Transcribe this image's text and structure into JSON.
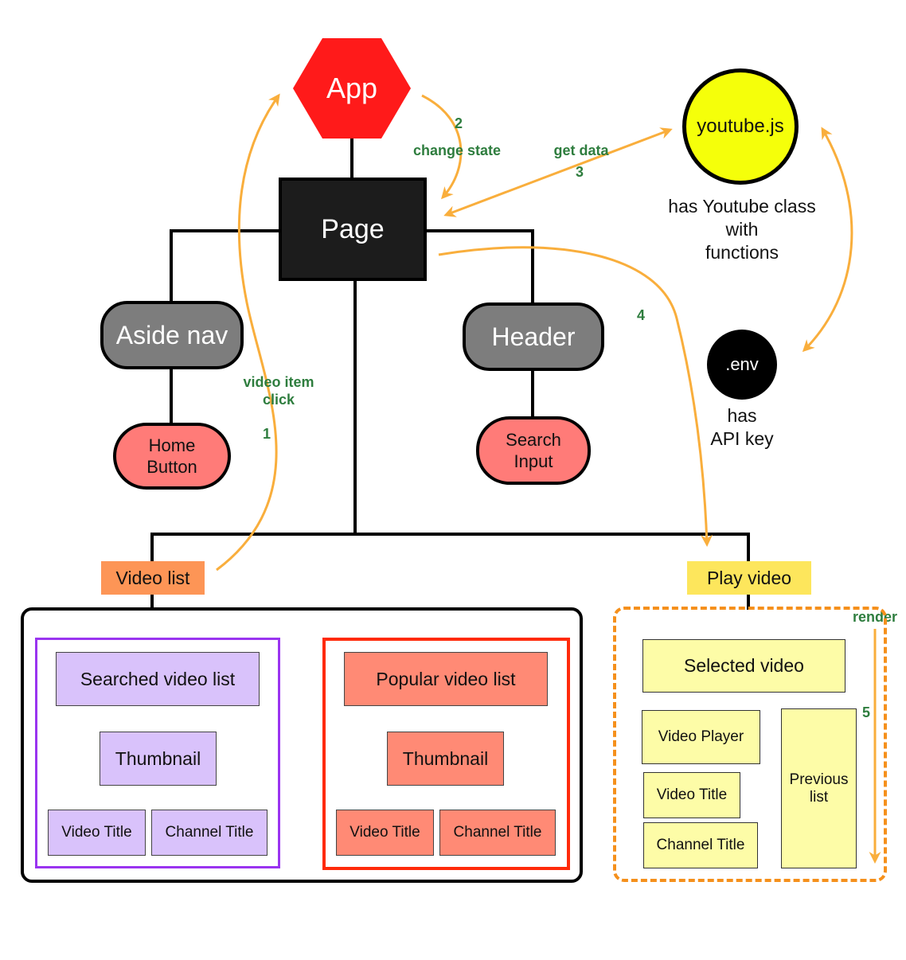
{
  "diagram": {
    "app": {
      "label": "App",
      "color": "#ff1a1a"
    },
    "page": {
      "label": "Page"
    },
    "aside_nav": {
      "label": "Aside nav",
      "child": "Home Button"
    },
    "header": {
      "label": "Header",
      "child": "Search Input"
    },
    "youtube_js": {
      "label": "youtube.js",
      "caption_lines": [
        "has Youtube class",
        "with",
        "functions"
      ],
      "color": "#f5ff0a"
    },
    "env": {
      "label": ".env",
      "caption_lines": [
        "has",
        "API key"
      ]
    },
    "video_list": {
      "label": "Video list",
      "searched": {
        "title": "Searched video list",
        "thumbnail": "Thumbnail",
        "video_title": "Video Title",
        "channel_title": "Channel Title"
      },
      "popular": {
        "title": "Popular video list",
        "thumbnail": "Thumbnail",
        "video_title": "Video Title",
        "channel_title": "Channel Title"
      }
    },
    "play_video": {
      "label": "Play video",
      "selected": "Selected video",
      "player": "Video Player",
      "video_title": "Video Title",
      "channel_title": "Channel Title",
      "previous": "Previous list"
    },
    "flows": [
      {
        "step": "1",
        "label": "video item click"
      },
      {
        "step": "2",
        "label": "change state"
      },
      {
        "step": "3",
        "label": "get data"
      },
      {
        "step": "4",
        "label": ""
      },
      {
        "step": "5",
        "label": "render"
      }
    ],
    "colors": {
      "arrow": "#f9ae3c",
      "flow_label": "#2e7d3e",
      "searched_border": "#9a34f0",
      "popular_border": "#ff2a0a",
      "play_border": "#f5901c"
    }
  }
}
